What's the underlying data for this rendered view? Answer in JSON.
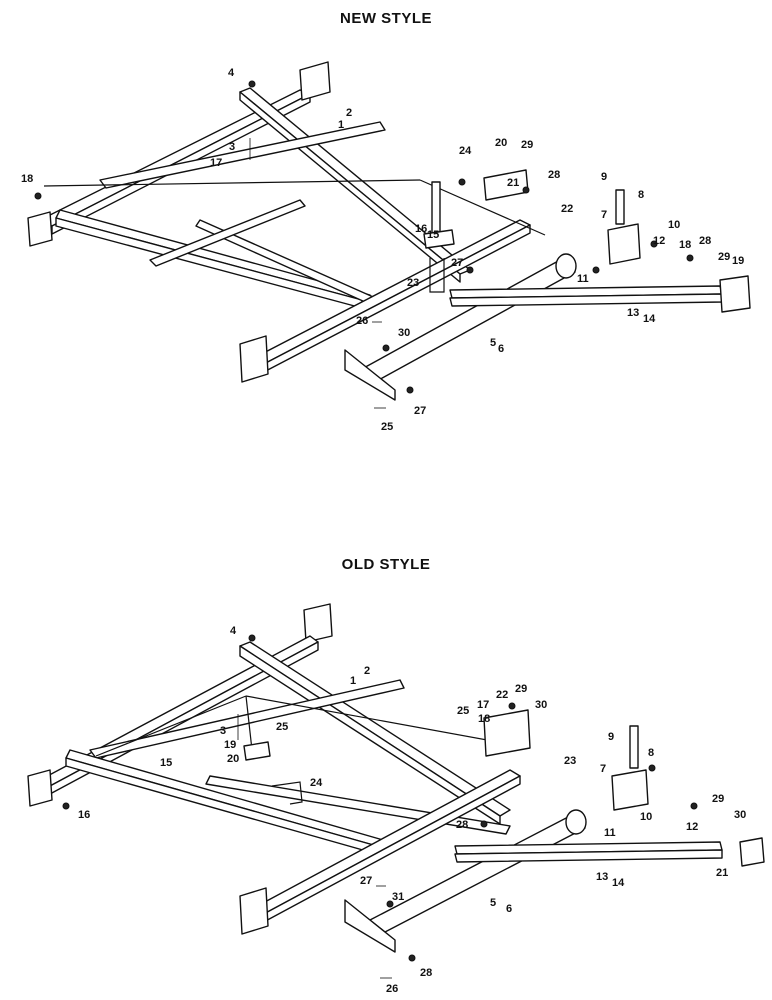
{
  "titles": {
    "new": "NEW STYLE",
    "old": "OLD STYLE"
  },
  "new_style_labels": [
    "4",
    "2",
    "1",
    "3",
    "18",
    "17",
    "24",
    "20",
    "29",
    "28",
    "21",
    "9",
    "8",
    "22",
    "7",
    "10",
    "16",
    "15",
    "12",
    "18",
    "28",
    "27",
    "23",
    "11",
    "29",
    "19",
    "13",
    "14",
    "26",
    "30",
    "5",
    "6",
    "25",
    "27"
  ],
  "old_style_labels": [
    "4",
    "2",
    "1",
    "22",
    "29",
    "30",
    "17",
    "25",
    "18",
    "3",
    "25",
    "19",
    "20",
    "15",
    "24",
    "9",
    "8",
    "23",
    "7",
    "16",
    "28",
    "11",
    "10",
    "12",
    "29",
    "30",
    "13",
    "14",
    "21",
    "27",
    "31",
    "5",
    "6",
    "28",
    "26"
  ]
}
